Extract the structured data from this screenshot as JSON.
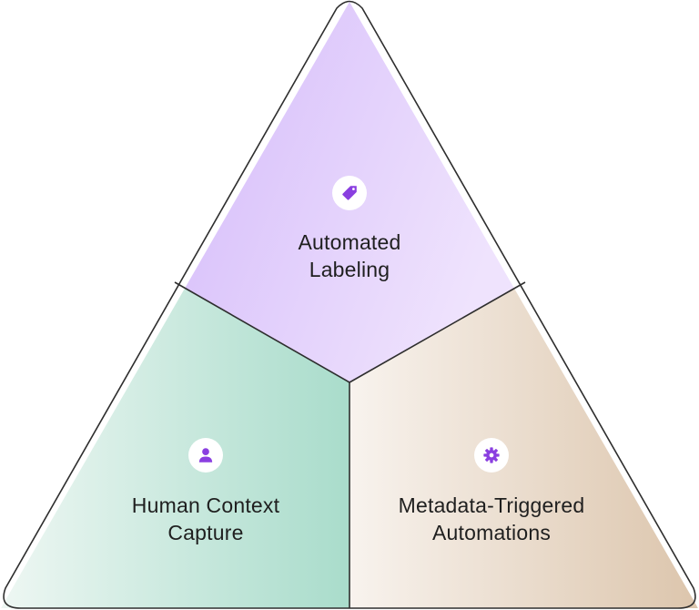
{
  "segments": {
    "top": {
      "label_lines": [
        "Automated",
        "Labeling"
      ],
      "icon": "tag-icon"
    },
    "bottom_left": {
      "label_lines": [
        "Human Context",
        "Capture"
      ],
      "icon": "user-icon"
    },
    "bottom_right": {
      "label_lines": [
        "Metadata-Triggered",
        "Automations"
      ],
      "icon": "gear-icon"
    }
  },
  "colors": {
    "outline": "#2e2e2e",
    "icon_accent": "#8a3fe0",
    "top_fill_start": "#d4bafa",
    "top_fill_end": "#efe3fd",
    "left_fill_start": "#eef7f3",
    "left_fill_end": "#a9dccb",
    "right_fill_start": "#f8f3ee",
    "right_fill_end": "#dcc5ac"
  }
}
